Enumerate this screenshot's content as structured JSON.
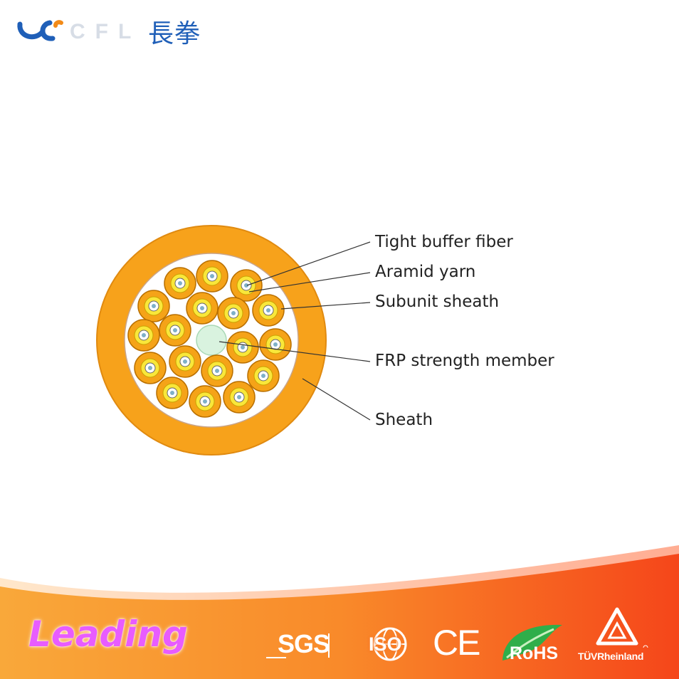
{
  "logo": {
    "brand_cn": "長拳",
    "brand_latin": "CFL"
  },
  "diagram": {
    "callouts": [
      {
        "key": "tight_buffer",
        "label": "Tight buffer fiber"
      },
      {
        "key": "aramid",
        "label": "Aramid yarn"
      },
      {
        "key": "subunit",
        "label": "Subunit sheath"
      },
      {
        "key": "frp",
        "label": "FRP strength member"
      },
      {
        "key": "sheath",
        "label": "Sheath"
      }
    ],
    "colors": {
      "sheath": "#f7a21b",
      "sheath_edge": "#e08a10",
      "subunit": "#f5a318",
      "aramid": "#f9e73a",
      "core_center": "#7fb0c8",
      "frp": "#d9f3df"
    },
    "subunit_count": 18
  },
  "footer": {
    "slogan": "Leading",
    "certs": [
      {
        "key": "sgs",
        "label": "SGS",
        "icon": "sgs-logo-icon"
      },
      {
        "key": "iso",
        "label": "ISO",
        "icon": "iso-logo-icon"
      },
      {
        "key": "ce",
        "label": "CE",
        "icon": "ce-mark-icon"
      },
      {
        "key": "rohs",
        "label": "RoHS",
        "icon": "rohs-leaf-icon"
      },
      {
        "key": "tuv",
        "label": "TÜVRheinland",
        "icon": "tuv-triangle-icon"
      }
    ]
  }
}
